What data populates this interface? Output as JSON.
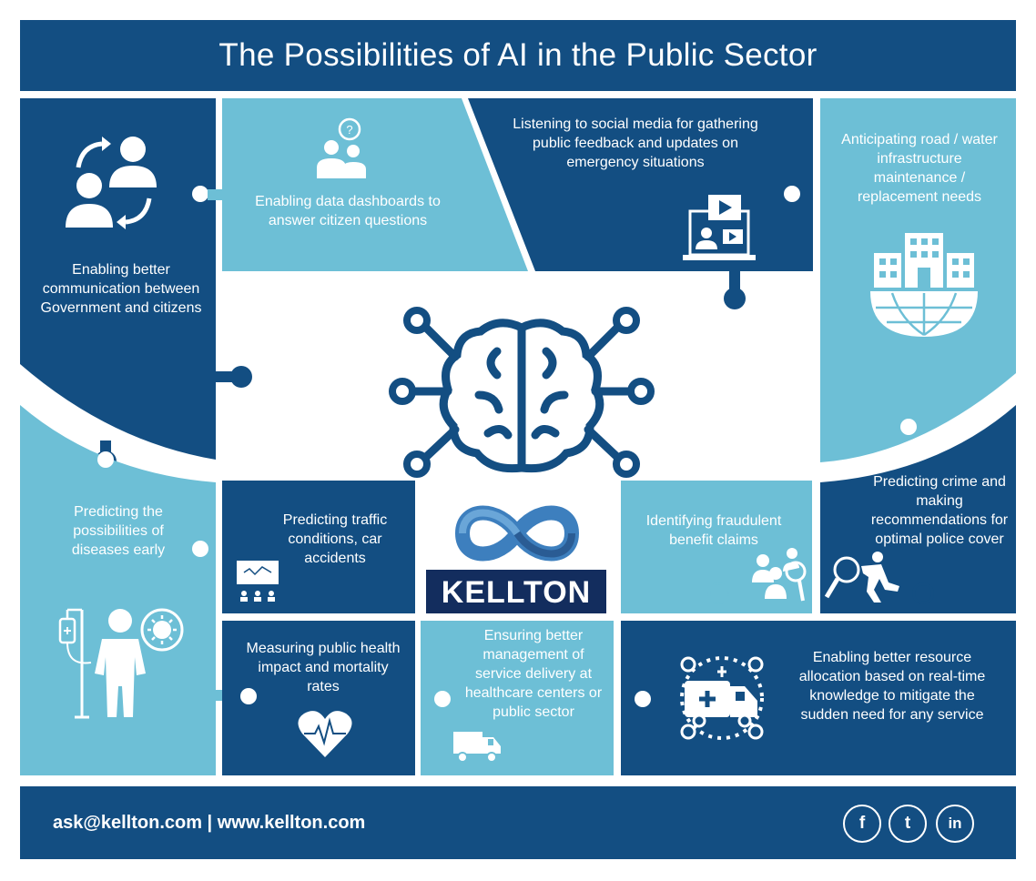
{
  "header": {
    "title": "The Possibilities of AI in the Public Sector"
  },
  "pieces": {
    "communication": "Enabling better communication between Government and citizens",
    "dashboards": "Enabling data dashboards to answer citizen questions",
    "social_media": "Listening to social media for gathering public feedback and updates on emergency situations",
    "infrastructure": "Anticipating road / water infrastructure maintenance / replacement needs",
    "diseases": "Predicting the possibilities of diseases early",
    "traffic": "Predicting traffic conditions, car accidents",
    "fraud": "Identifying fraudulent benefit claims",
    "crime": "Predicting crime and making recommendations for optimal police cover",
    "public_health": "Measuring public health impact and mortality rates",
    "service_delivery": "Ensuring better management of service delivery at healthcare centers or public sector",
    "resource_allocation": "Enabling better resource allocation based on real-time knowledge to mitigate the sudden need for any service"
  },
  "logo": {
    "text": "KELLTON"
  },
  "footer": {
    "contact": "ask@kellton.com | www.kellton.com",
    "social": {
      "facebook": "f",
      "twitter": "t",
      "linkedin": "in"
    }
  },
  "colors": {
    "dark_blue": "#134e82",
    "light_blue": "#6dbfd6",
    "navy": "#132d5e"
  },
  "icons": [
    "people-exchange-icon",
    "people-question-icon",
    "video-monitor-icon",
    "city-globe-icon",
    "brain-network-icon",
    "patient-iv-virus-icon",
    "presentation-board-icon",
    "magnifier-people-icon",
    "running-person-magnifier-icon",
    "heart-pulse-icon",
    "delivery-truck-icon",
    "ambulance-cycle-icon"
  ]
}
